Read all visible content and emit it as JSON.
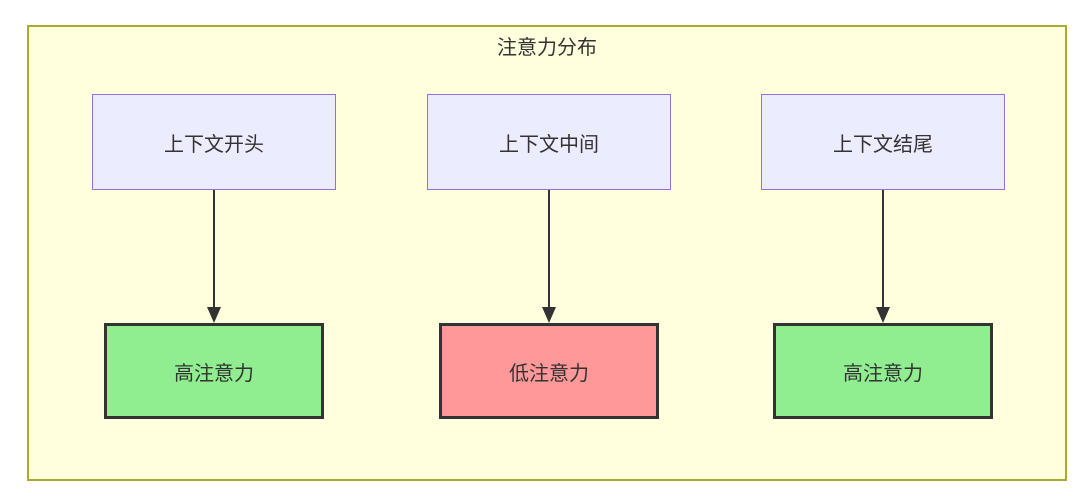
{
  "diagram": {
    "title": "注意力分布",
    "columns": [
      {
        "source": "上下文开头",
        "target": "高注意力",
        "target_type": "high"
      },
      {
        "source": "上下文中间",
        "target": "低注意力",
        "target_type": "low"
      },
      {
        "source": "上下文结尾",
        "target": "高注意力",
        "target_type": "high"
      }
    ],
    "colors": {
      "container_bg": "#FFFFDE",
      "container_border": "#AAAA33",
      "source_fill": "#ECECFF",
      "source_border": "#9370DB",
      "high_fill": "#90EE90",
      "low_fill": "#FF9999",
      "target_border": "#333333",
      "arrow": "#333333",
      "text": "#333333"
    }
  }
}
